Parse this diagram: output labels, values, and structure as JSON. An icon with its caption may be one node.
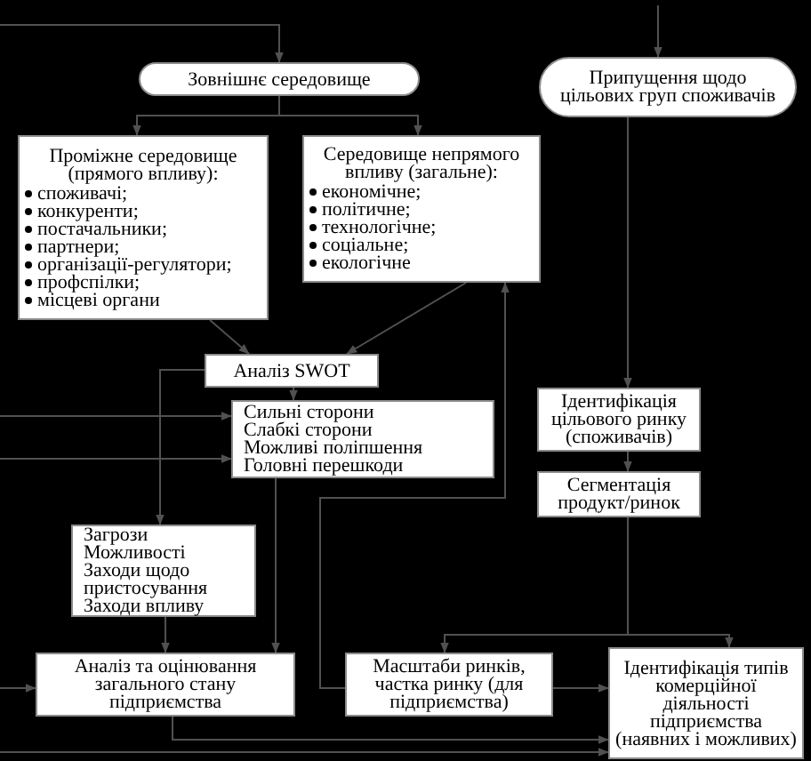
{
  "diagram": {
    "nodes": [
      {
        "text": [
          "Зовнішнє середовище"
        ]
      },
      {
        "text": [
          "Припущення щодо цільових груп споживачів"
        ]
      },
      {
        "text": [
          "Проміжне середовище (прямого впливу):",
          "споживачі;",
          "конкуренти;",
          "постачальники;",
          "партнери;",
          "організації-регулятори;",
          "профспілки;",
          "місцеві органи"
        ]
      },
      {
        "text": [
          "Середовище непрямого впливу (загальне):",
          "економічне;",
          "політичне;",
          "технологічне;",
          "соціальне;",
          "екологічне"
        ]
      },
      {
        "text": [
          "Аналіз SWOT"
        ]
      },
      {
        "text": [
          "Ідентифікація цільового ринку (споживачів)"
        ]
      },
      {
        "text": [
          "Сильні сторони",
          "Слабкі сторони",
          "Можливі поліпшення",
          "Головні перешкоди"
        ]
      },
      {
        "text": [
          "Сегментація продукт/ринок"
        ]
      },
      {
        "text": [
          "Загрози",
          "Можливості",
          "Заходи щодо пристосування",
          "Заходи впливу"
        ]
      },
      {
        "text": [
          "Аналіз та оцінювання загального стану підприємства"
        ]
      },
      {
        "text": [
          "Масштаби ринків, частка ринку (для підприємства)"
        ]
      },
      {
        "text": [
          "Ідентифікація типів комерційної діяльності підприємства (наявних і можливих)"
        ]
      }
    ],
    "edges": [
      {
        "from": null,
        "to": 0,
        "arrow": "to"
      },
      {
        "from": null,
        "to": 1,
        "arrow": "to"
      },
      {
        "from": 0,
        "to": 2,
        "arrow": "to"
      },
      {
        "from": 0,
        "to": 3,
        "arrow": "to"
      },
      {
        "from": 2,
        "to": 4,
        "arrow": "to"
      },
      {
        "from": 3,
        "to": 4,
        "arrow": "to"
      },
      {
        "from": 4,
        "to": 6,
        "arrow": "to"
      },
      {
        "from": 4,
        "to": 8,
        "arrow": "to"
      },
      {
        "from": 1,
        "to": 5,
        "arrow": "to"
      },
      {
        "from": 5,
        "to": 7,
        "arrow": "to"
      },
      {
        "from": 7,
        "to": 10,
        "arrow": "to"
      },
      {
        "from": 7,
        "to": 11,
        "arrow": "to"
      },
      {
        "from": null,
        "to": 6,
        "arrow": "to"
      },
      {
        "from": null,
        "to": 6,
        "arrow": "to"
      },
      {
        "from": 8,
        "to": 9,
        "arrow": "to"
      },
      {
        "from": 6,
        "to": 9,
        "arrow": "to"
      },
      {
        "from": 10,
        "to": 3,
        "arrow": "to"
      },
      {
        "from": null,
        "to": 9,
        "arrow": "to"
      },
      {
        "from": 10,
        "to": 11,
        "arrow": "to"
      },
      {
        "from": 9,
        "to": 11,
        "arrow": "to"
      },
      {
        "from": null,
        "to": 11,
        "arrow": "to"
      }
    ]
  }
}
